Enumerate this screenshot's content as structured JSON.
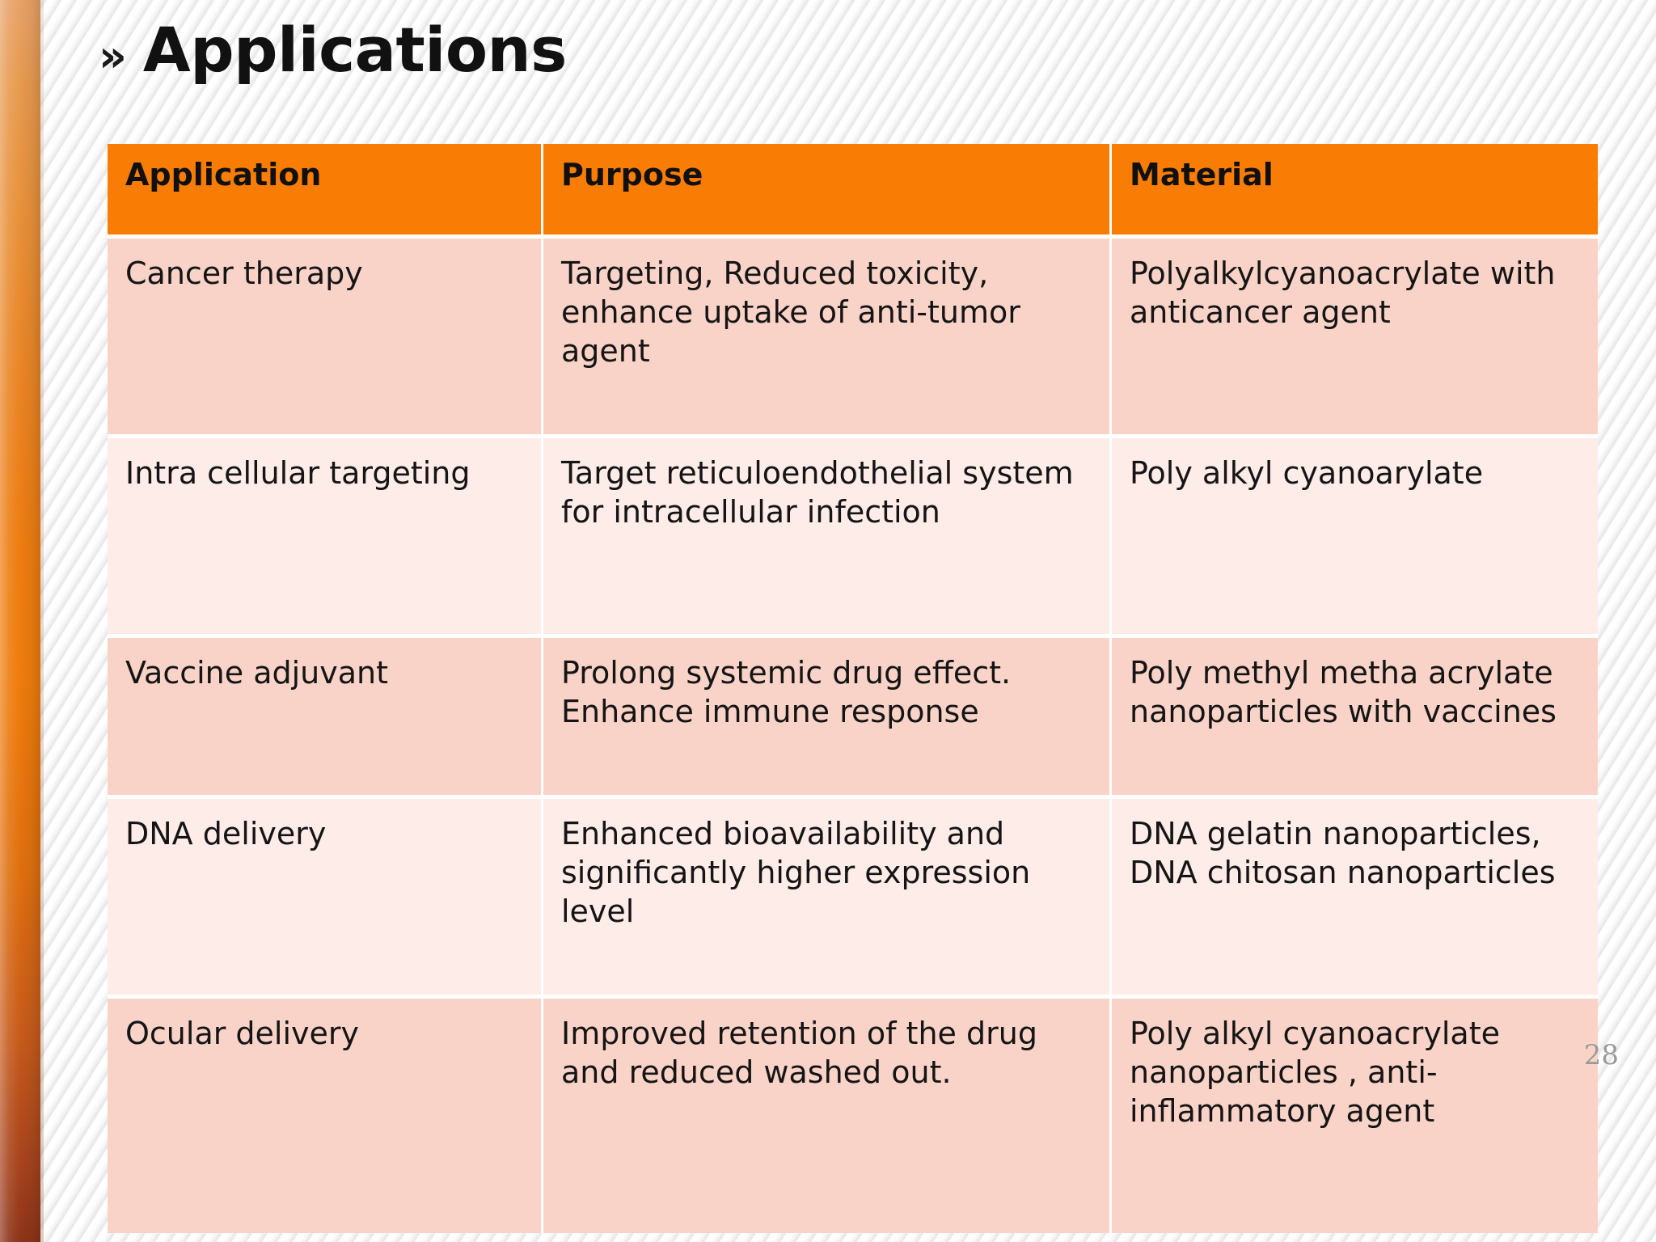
{
  "slide": {
    "title": "Applications",
    "title_bullet": "»",
    "page_number": "28",
    "accent_color": "#f97d05",
    "sidebar_top_color": "#e8a268",
    "sidebar_bottom_color": "#8d3419",
    "row_band_dark": "#fad3c8",
    "row_band_light": "#fdece8"
  },
  "table": {
    "headers": [
      "Application",
      "Purpose",
      "Material"
    ],
    "rows": [
      {
        "application": "Cancer therapy",
        "purpose": "Targeting, Reduced toxicity, enhance uptake of anti-tumor agent",
        "material": "Polyalkylcyanoacrylate with anticancer agent"
      },
      {
        "application": "Intra cellular targeting",
        "purpose": "Target reticuloendothelial system for intracellular infection",
        "material": "Poly alkyl cyanoarylate"
      },
      {
        "application": "Vaccine adjuvant",
        "purpose": "Prolong systemic drug effect. Enhance immune response",
        "material": "Poly methyl metha acrylate nanoparticles with vaccines"
      },
      {
        "application": "DNA delivery",
        "purpose": "Enhanced bioavailability and significantly higher expression level",
        "material": "DNA gelatin nanoparticles, DNA chitosan nanoparticles"
      },
      {
        "application": "Ocular delivery",
        "purpose": "Improved retention of the drug and reduced washed out.",
        "material": "Poly alkyl cyanoacrylate nanoparticles , anti-inflammatory agent"
      }
    ]
  }
}
